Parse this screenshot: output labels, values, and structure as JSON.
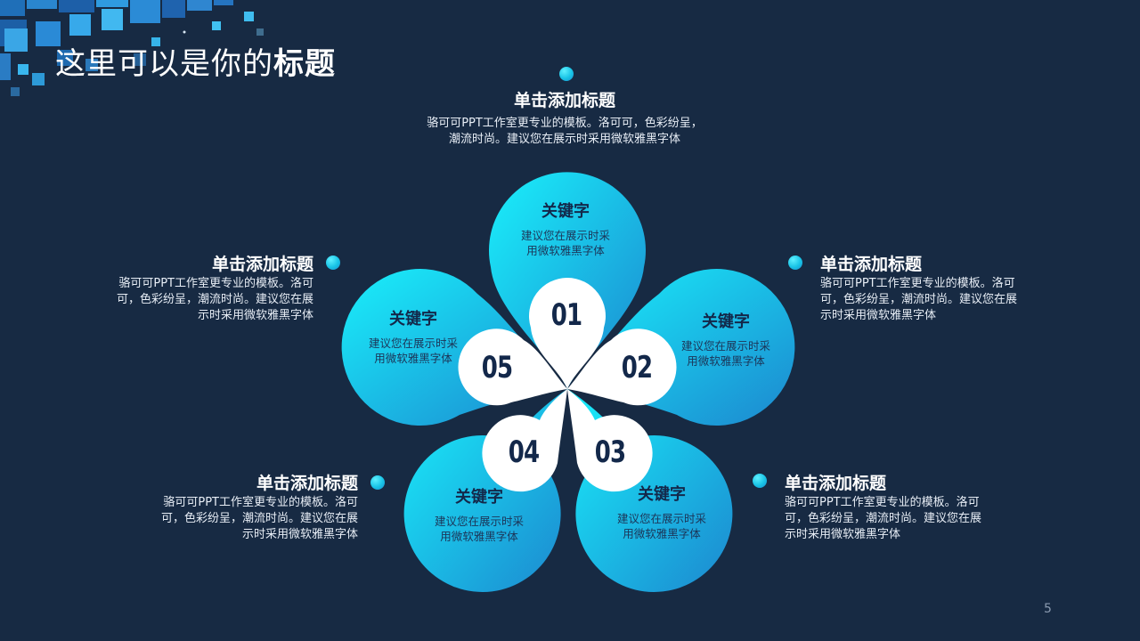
{
  "slide": {
    "title_light": "这里可以是你的",
    "title_bold": "标题",
    "page_number": "5"
  },
  "colors": {
    "background": "#172a43",
    "petal_light": "#18e6f6",
    "petal_dark": "#1b8fd3",
    "number_text": "#13284a",
    "white": "#ffffff"
  },
  "petals": [
    {
      "number": "01",
      "keyword": "关键字",
      "desc_line1": "建议您在展示时采",
      "desc_line2": "用微软雅黑字体"
    },
    {
      "number": "02",
      "keyword": "关键字",
      "desc_line1": "建议您在展示时采",
      "desc_line2": "用微软雅黑字体"
    },
    {
      "number": "03",
      "keyword": "关键字",
      "desc_line1": "建议您在展示时采",
      "desc_line2": "用微软雅黑字体"
    },
    {
      "number": "04",
      "keyword": "关键字",
      "desc_line1": "建议您在展示时采",
      "desc_line2": "用微软雅黑字体"
    },
    {
      "number": "05",
      "keyword": "关键字",
      "desc_line1": "建议您在展示时采",
      "desc_line2": "用微软雅黑字体"
    }
  ],
  "text_blocks": {
    "top": {
      "heading": "单击添加标题",
      "line1": "骆可可PPT工作室更专业的模板。洛可可，色彩纷呈，",
      "line2": "潮流时尚。建议您在展示时采用微软雅黑字体"
    },
    "right_upper": {
      "heading": "单击添加标题",
      "line1": "骆可可PPT工作室更专业的模板。洛可",
      "line2": "可，色彩纷呈，潮流时尚。建议您在展",
      "line3": "示时采用微软雅黑字体"
    },
    "left_upper": {
      "heading": "单击添加标题",
      "line1": "骆可可PPT工作室更专业的模板。洛可",
      "line2": "可，色彩纷呈，潮流时尚。建议您在展",
      "line3": "示时采用微软雅黑字体"
    },
    "left_lower": {
      "heading": "单击添加标题",
      "line1": "骆可可PPT工作室更专业的模板。洛可",
      "line2": "可，色彩纷呈，潮流时尚。建议您在展",
      "line3": "示时采用微软雅黑字体"
    },
    "right_lower": {
      "heading": "单击添加标题",
      "line1": "骆可可PPT工作室更专业的模板。洛可",
      "line2": "可，色彩纷呈，潮流时尚。建议您在展",
      "line3": "示时采用微软雅黑字体"
    }
  }
}
